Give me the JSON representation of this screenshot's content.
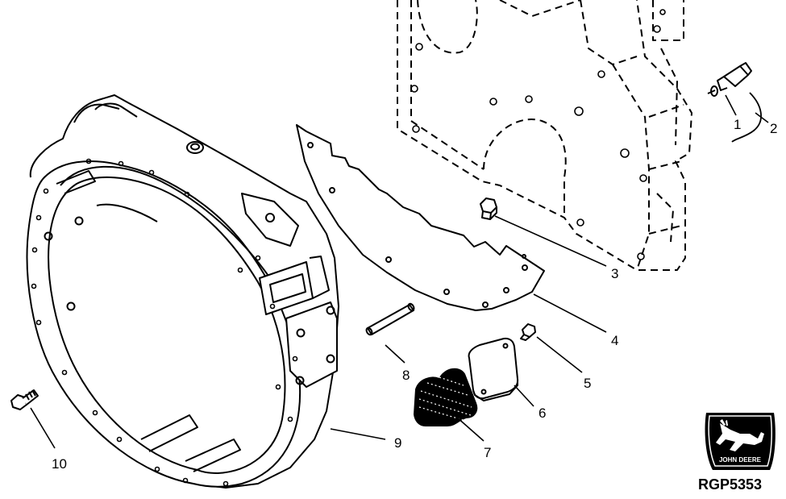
{
  "figure_id": "RGP5353",
  "logo": {
    "brand_text": "JOHN DEERE"
  },
  "callouts": [
    {
      "number": "1"
    },
    {
      "number": "2"
    },
    {
      "number": "3"
    },
    {
      "number": "4"
    },
    {
      "number": "5"
    },
    {
      "number": "6"
    },
    {
      "number": "7"
    },
    {
      "number": "8"
    },
    {
      "number": "9"
    },
    {
      "number": "10"
    }
  ]
}
